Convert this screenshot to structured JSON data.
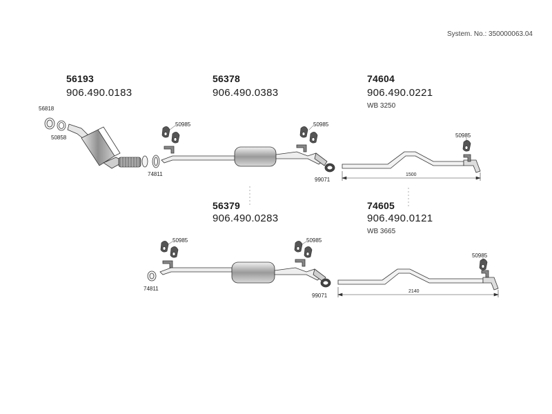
{
  "system_no": "System. No.: 350000063.04",
  "groups": [
    {
      "part_no": "56193",
      "oe_no": "906.490.0183"
    },
    {
      "part_no": "56378",
      "oe_no": "906.490.0383"
    },
    {
      "part_no": "74604",
      "oe_no": "906.490.0221",
      "wb": "WB 3250"
    },
    {
      "part_no": "56379",
      "oe_no": "906.490.0283"
    },
    {
      "part_no": "74605",
      "oe_no": "906.490.0121",
      "wb": "WB 3665"
    }
  ],
  "callouts": {
    "c56818": "56818",
    "c50858": "50858",
    "c74811a": "74811",
    "c50985a": "50985",
    "c50985b": "50985",
    "c99071a": "99071",
    "c50985c": "50985",
    "c74811b": "74811",
    "c50985d": "50985",
    "c50985e": "50985",
    "c99071b": "99071",
    "c50985f": "50985"
  },
  "dimensions": {
    "d1500": "1500",
    "d2140": "2140"
  },
  "colors": {
    "line": "#333333",
    "fill_light": "#d6d6d6",
    "fill_mid": "#a9a9a9",
    "fill_dark": "#555555"
  }
}
